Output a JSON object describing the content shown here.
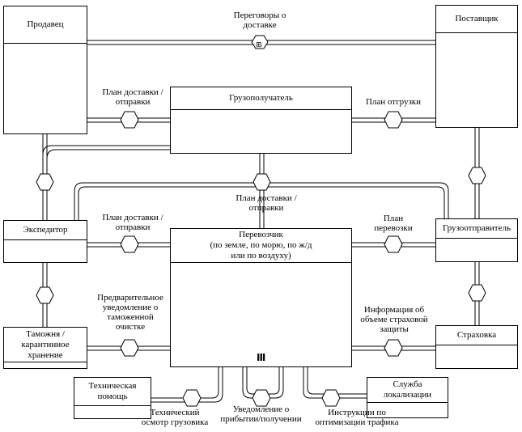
{
  "entities": {
    "seller": "Продавец",
    "supplier": "Поставщик",
    "consignee": "Грузополучатель",
    "forwarder": "Экспедитор",
    "shipper": "Грузоотправитель",
    "carrier_l1": "Перевозчик",
    "carrier_l2": "(по земле, по морю, по ж/д",
    "carrier_l3": "или по воздуху)",
    "customs_l1": "Таможня /",
    "customs_l2": "карантинное",
    "customs_l3": "хранение",
    "insurance": "Страховка",
    "tech_l1": "Техническая",
    "tech_l2": "помощь",
    "loc_l1": "Служба",
    "loc_l2": "локализации"
  },
  "messages": {
    "negotiation_l1": "Переговоры о",
    "negotiation_l2": "доставке",
    "plan_l1": "План доставки /",
    "plan_l2": "отправки",
    "loading_plan": "План отгрузки",
    "transport_plan_l1": "План",
    "transport_plan_l2": "перевозки",
    "customs_notice_l1": "Предварительное",
    "customs_notice_l2": "уведомление о",
    "customs_notice_l3": "таможенной",
    "customs_notice_l4": "очистке",
    "insurance_info_l1": "Информация об",
    "insurance_info_l2": "объеме страховой",
    "insurance_info_l3": "защиты",
    "inspection_l1": "Технический",
    "inspection_l2": "осмотр грузовика",
    "arrival_l1": "Уведомление о",
    "arrival_l2": "прибытии/получении",
    "routing_l1": "Инструкции по",
    "routing_l2": "оптимизации трафика"
  },
  "markers": {
    "multi_instance": "III",
    "collection": "⊞"
  }
}
